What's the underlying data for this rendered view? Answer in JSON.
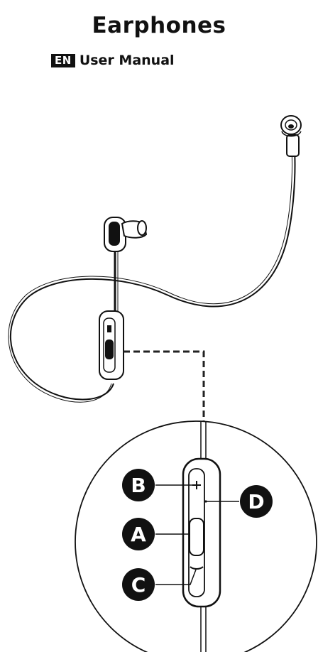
{
  "document": {
    "title": "Earphones",
    "language_badge": "EN",
    "subtitle": "User Manual"
  },
  "callouts": [
    {
      "id": "B",
      "label": "B"
    },
    {
      "id": "A",
      "label": "A"
    },
    {
      "id": "C",
      "label": "C"
    },
    {
      "id": "D",
      "label": "D"
    }
  ],
  "colors": {
    "ink": "#111111",
    "paper": "#ffffff",
    "dashed_leader": "#222222"
  },
  "icons": [
    "earbud-left-icon",
    "earbud-right-icon",
    "remote-control-icon",
    "plus-sign-icon",
    "minus-sign-icon"
  ]
}
